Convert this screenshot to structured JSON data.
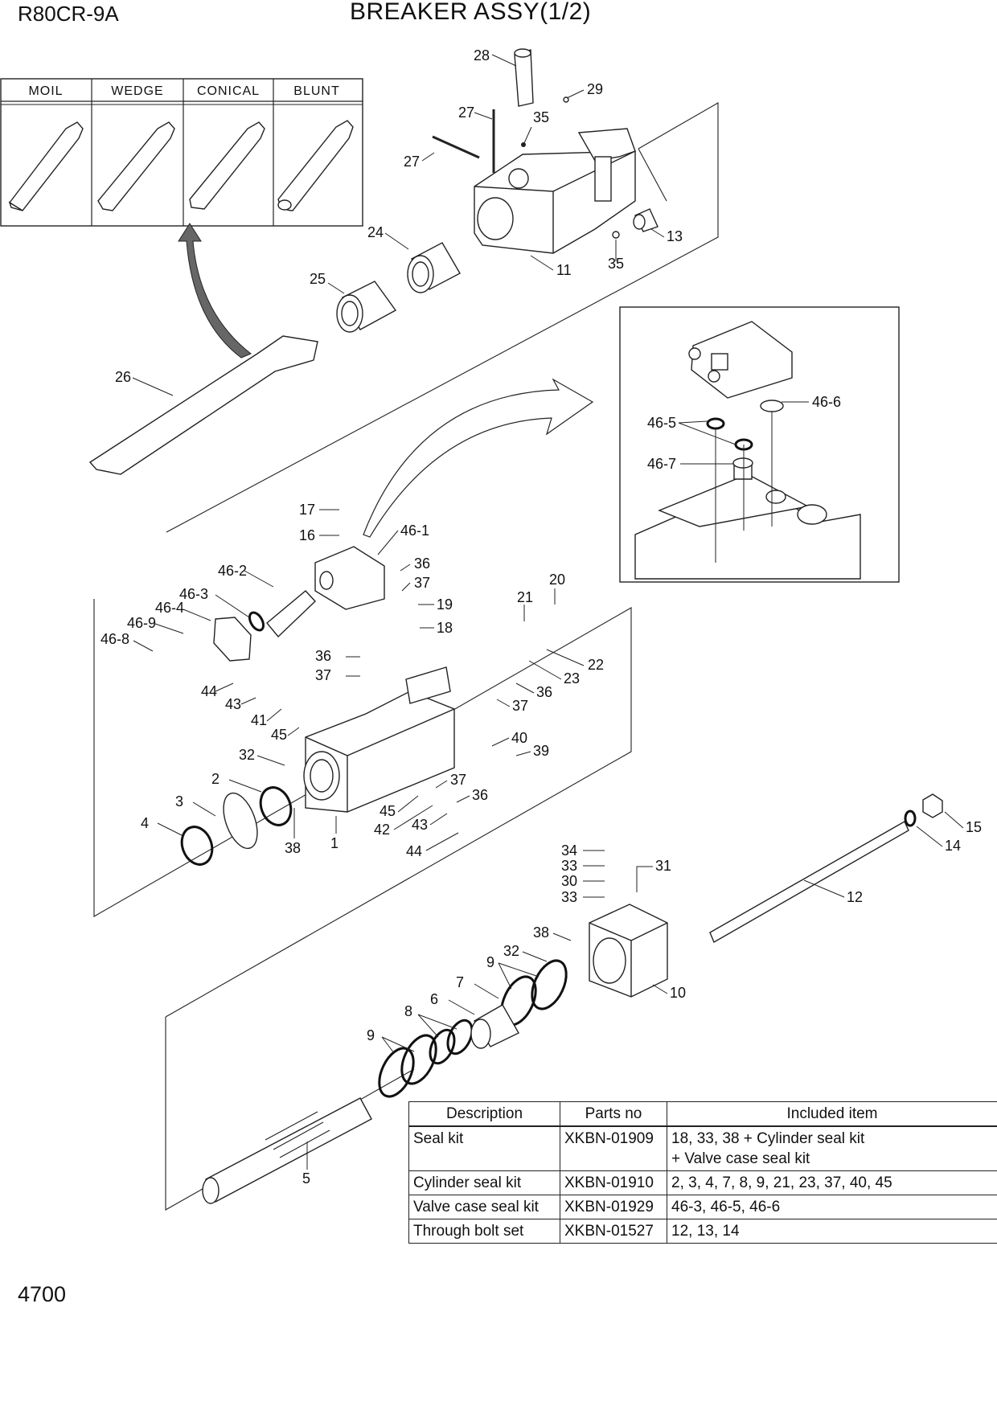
{
  "header": {
    "model": "R80CR-9A",
    "title": "BREAKER ASSY(1/2)"
  },
  "footer": {
    "page_number": "4700"
  },
  "tool_tips": [
    "MOIL",
    "WEDGE",
    "CONICAL",
    "BLUNT"
  ],
  "callouts": {
    "p1": "1",
    "p2": "2",
    "p3": "3",
    "p4": "4",
    "p5": "5",
    "p6": "6",
    "p7": "7",
    "p8a": "8",
    "p9a": "9",
    "p9b": "9",
    "p10": "10",
    "p11": "11",
    "p12": "12",
    "p13": "13",
    "p14": "14",
    "p15": "15",
    "p16": "16",
    "p17": "17",
    "p18": "18",
    "p19": "19",
    "p20": "20",
    "p21": "21",
    "p22": "22",
    "p23": "23",
    "p24": "24",
    "p25": "25",
    "p26": "26",
    "p27a": "27",
    "p27b": "27",
    "p28": "28",
    "p29": "29",
    "p30": "30",
    "p31": "31",
    "p32a": "32",
    "p32b": "32",
    "p33a": "33",
    "p33b": "33",
    "p34": "34",
    "p35a": "35",
    "p35b": "35",
    "p36a": "36",
    "p36b": "36",
    "p36c": "36",
    "p36d": "36",
    "p37a": "37",
    "p37b": "37",
    "p37c": "37",
    "p37d": "37",
    "p38a": "38",
    "p38b": "38",
    "p39": "39",
    "p40": "40",
    "p41": "41",
    "p42": "42",
    "p43a": "43",
    "p43b": "43",
    "p44a": "44",
    "p44b": "44",
    "p45a": "45",
    "p45b": "45",
    "p46_1": "46-1",
    "p46_2": "46-2",
    "p46_3": "46-3",
    "p46_4": "46-4",
    "p46_5": "46-5",
    "p46_6": "46-6",
    "p46_7": "46-7",
    "p46_8": "46-8",
    "p46_9": "46-9"
  },
  "kit_table": {
    "headers": [
      "Description",
      "Parts no",
      "Included item"
    ],
    "rows": [
      {
        "description": "Seal kit",
        "parts_no": "XKBN-01909",
        "included_line1": "18, 33, 38 + Cylinder seal kit",
        "included_line2": "+ Valve case seal kit"
      },
      {
        "description": "Cylinder seal kit",
        "parts_no": "XKBN-01910",
        "included_line1": "2, 3, 4, 7, 8, 9, 21, 23, 37, 40, 45"
      },
      {
        "description": "Valve case seal kit",
        "parts_no": "XKBN-01929",
        "included_line1": "46-3, 46-5, 46-6"
      },
      {
        "description": "Through bolt set",
        "parts_no": "XKBN-01527",
        "included_line1": "12, 13, 14"
      }
    ]
  }
}
